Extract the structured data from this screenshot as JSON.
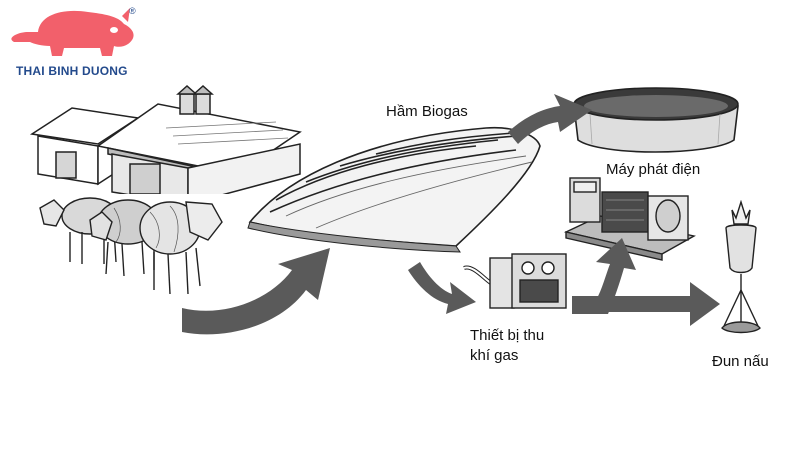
{
  "brand": {
    "name": "THAI BINH DUONG",
    "registered_mark": "®",
    "logo_color": "#f2606b",
    "text_color": "#234a8c"
  },
  "diagram": {
    "labels": {
      "digester": "Hầm Biogas",
      "generator": "Máy phát điện",
      "gas_collector_line1": "Thiết bị thu",
      "gas_collector_line2": "khí gas",
      "cooking": "Đun nấu"
    },
    "flow_color": "#5a5a5a",
    "icons": [
      "barn-icon",
      "cattle-icon",
      "biogas-digester-icon",
      "storage-tank-icon",
      "generator-icon",
      "gas-collector-icon",
      "cooking-burner-icon"
    ]
  }
}
